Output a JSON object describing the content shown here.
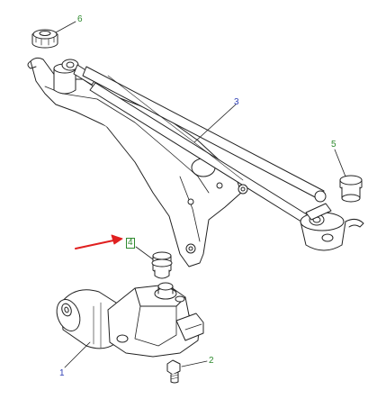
{
  "callouts": {
    "c1": "1",
    "c2": "2",
    "c3": "3",
    "c4": "4",
    "c5": "5",
    "c6": "6"
  },
  "colors": {
    "line": "#222222",
    "label_blue": "#2f3fb5",
    "label_green": "#2f8a2f",
    "arrow": "#e02020",
    "fill": "#ffffff"
  }
}
